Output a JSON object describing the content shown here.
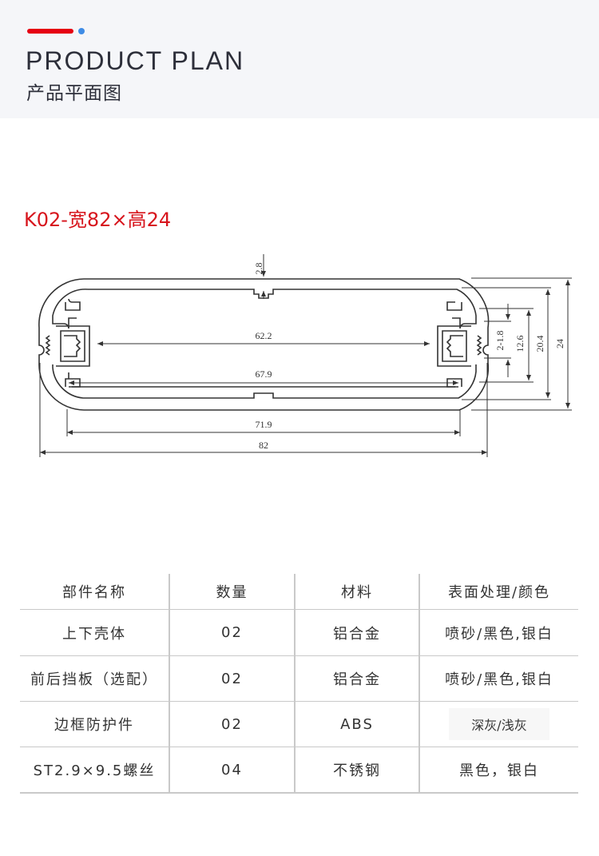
{
  "header": {
    "title_en": "PRODUCT PLAN",
    "title_cn": "产品平面图",
    "accent_color": "#e60012",
    "dot_color": "#3f8ce6"
  },
  "model_label": "K02-宽82×高24",
  "drawing": {
    "dimensions": {
      "top_notch": "2.8",
      "inner_top": "62.2",
      "inner_mid": "67.9",
      "inner_bottom": "71.9",
      "overall_width": "82",
      "slot_gap": "2-1.8",
      "slot_height": "12.6",
      "inner_height": "20.4",
      "overall_height": "24"
    }
  },
  "table": {
    "headers": [
      "部件名称",
      "数量",
      "材料",
      "表面处理/颜色"
    ],
    "rows": [
      [
        "上下壳体",
        "02",
        "铝合金",
        "喷砂/黑色,银白"
      ],
      [
        "前后挡板（选配）",
        "02",
        "铝合金",
        "喷砂/黑色,银白"
      ],
      [
        "边框防护件",
        "02",
        "ABS",
        "深灰/浅灰"
      ],
      [
        "ST2.9×9.5螺丝",
        "04",
        "不锈钢",
        "黑色，银白"
      ]
    ]
  }
}
